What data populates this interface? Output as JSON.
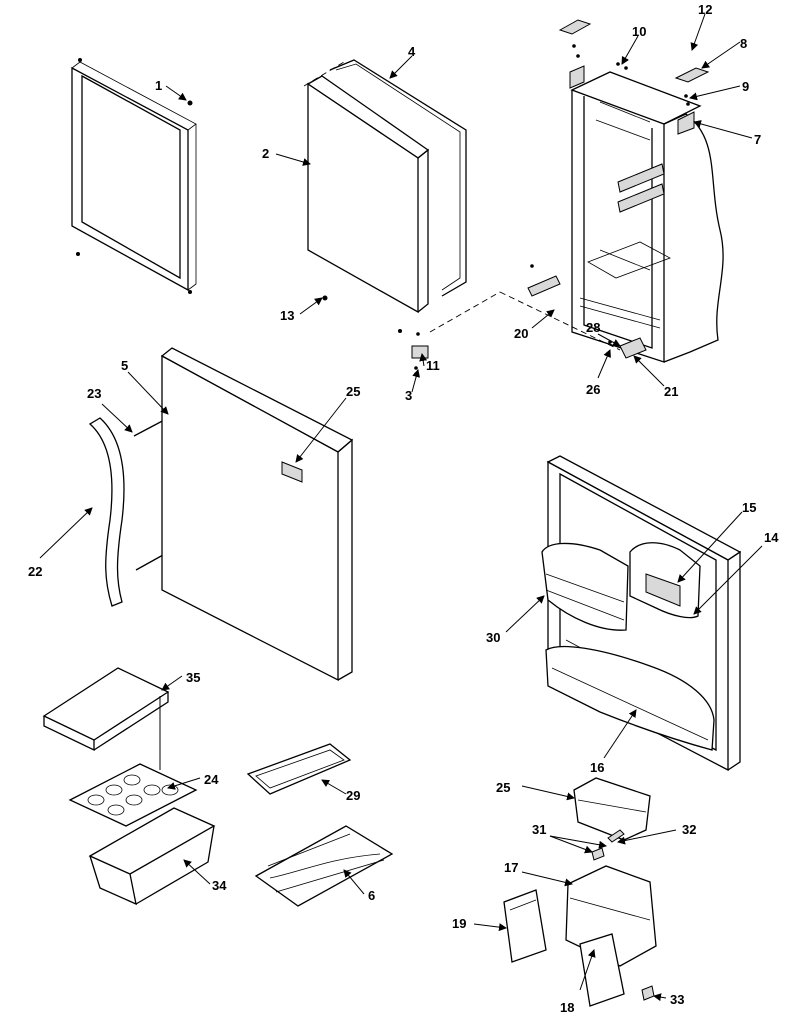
{
  "labels": {
    "p1": "1",
    "p2": "2",
    "p3": "3",
    "p4": "4",
    "p5": "5",
    "p6": "6",
    "p7": "7",
    "p8": "8",
    "p9": "9",
    "p10": "10",
    "p11": "11",
    "p12": "12",
    "p13": "13",
    "p14": "14",
    "p15": "15",
    "p16": "16",
    "p17": "17",
    "p18": "18",
    "p19": "19",
    "p20": "20",
    "p21": "21",
    "p22": "22",
    "p23": "23",
    "p24": "24",
    "p25a": "25",
    "p25b": "25",
    "p26": "26",
    "p28": "28",
    "p29": "29",
    "p30": "30",
    "p31": "31",
    "p32": "32",
    "p33": "33",
    "p34": "34",
    "p35": "35"
  }
}
